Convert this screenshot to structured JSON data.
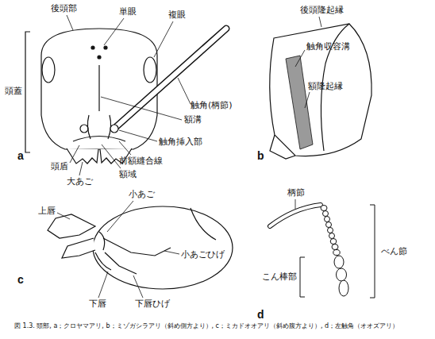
{
  "diagram": {
    "caption": "図 1.3. 頭部, a；クロヤマアリ, b；ミゾガシラアリ（斜め側方より）, c；ミカドオオアリ（斜め腹方より）, d；左触角（オオズアリ）",
    "labels": [
      "後頭部",
      "単眼",
      "複眼",
      "頭蓋",
      "触角(柄節)",
      "額溝",
      "触角挿入部",
      "前額縫合線",
      "額域",
      "頭盾",
      "大あご",
      "a",
      "b",
      "後頭隆起縁",
      "触角収容溝",
      "額隆起縁",
      "小あご",
      "上唇",
      "下唇",
      "下唇ひげ",
      "小あごひげ",
      "c",
      "柄節",
      "べん節",
      "こん棒部",
      "d"
    ]
  }
}
